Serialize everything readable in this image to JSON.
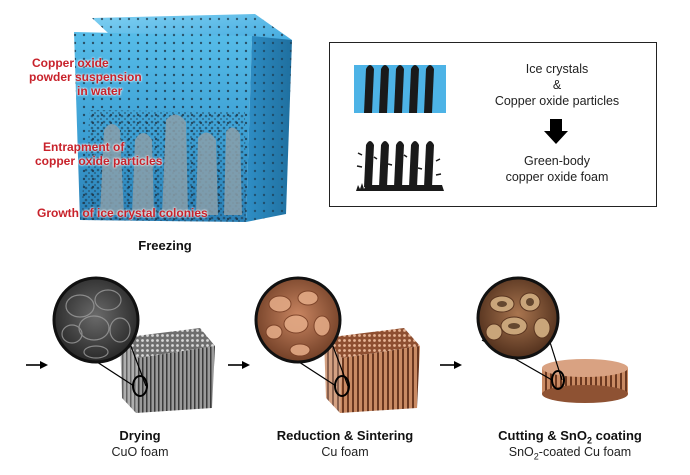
{
  "freezing": {
    "labels": {
      "line1a": "Copper oxide",
      "line1b": "powder suspension",
      "line1c": "in water",
      "line2a": "Entrapment of",
      "line2b": "copper oxide particles",
      "line3": "Growth of ice crystal colonies"
    },
    "caption": "Freezing"
  },
  "legend": {
    "top_text_1": "Ice crystals",
    "top_text_2": "&",
    "top_text_3": "Copper oxide particles",
    "bottom_text_1": "Green-body",
    "bottom_text_2": "copper oxide foam"
  },
  "steps": [
    {
      "title": "Drying",
      "subtitle": "CuO foam"
    },
    {
      "title": "Reduction & Sintering",
      "subtitle": "Cu foam"
    },
    {
      "title_prefix": "Cutting & SnO",
      "title_sub": "2",
      "title_suffix": " coating",
      "subtitle_prefix": "SnO",
      "subtitle_sub": "2",
      "subtitle_suffix": "-coated Cu foam"
    }
  ],
  "colors": {
    "ice": "#4db3e6",
    "particles": "#1a1a1a",
    "cuo": "#555555",
    "copper": "#c27a52",
    "label_red": "#c8222b"
  }
}
